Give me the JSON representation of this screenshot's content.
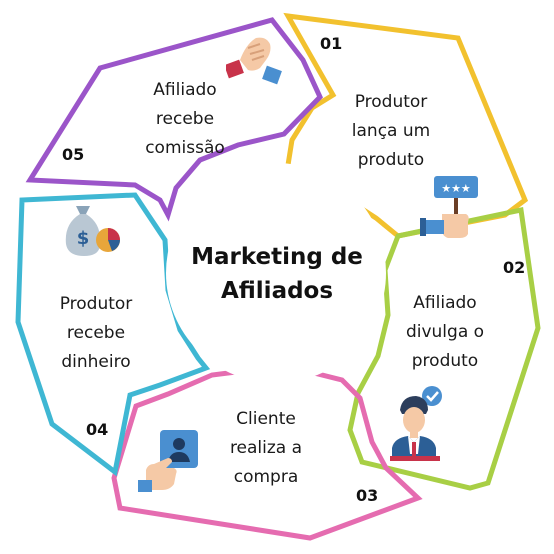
{
  "center": {
    "line1": "Marketing de",
    "line2": "Afiliados"
  },
  "steps": [
    {
      "number": "01",
      "color": "#F2C12E",
      "lines": [
        "Produtor",
        "lança um",
        "produto"
      ],
      "icon": "rating-stars-sign-icon"
    },
    {
      "number": "02",
      "color": "#A8CF45",
      "lines": [
        "Afiliado",
        "divulga o",
        "produto"
      ],
      "icon": "verified-person-icon"
    },
    {
      "number": "03",
      "color": "#E56CB0",
      "lines": [
        "Cliente",
        "realiza a",
        "compra"
      ],
      "icon": "hand-pointing-screen-icon"
    },
    {
      "number": "04",
      "color": "#3FB7D3",
      "lines": [
        "Produtor",
        "recebe",
        "dinheiro"
      ],
      "icon": "money-bag-chart-icon"
    },
    {
      "number": "05",
      "color": "#9B55C9",
      "lines": [
        "Afiliado",
        "recebe",
        "comissão"
      ],
      "icon": "handshake-icon"
    }
  ]
}
